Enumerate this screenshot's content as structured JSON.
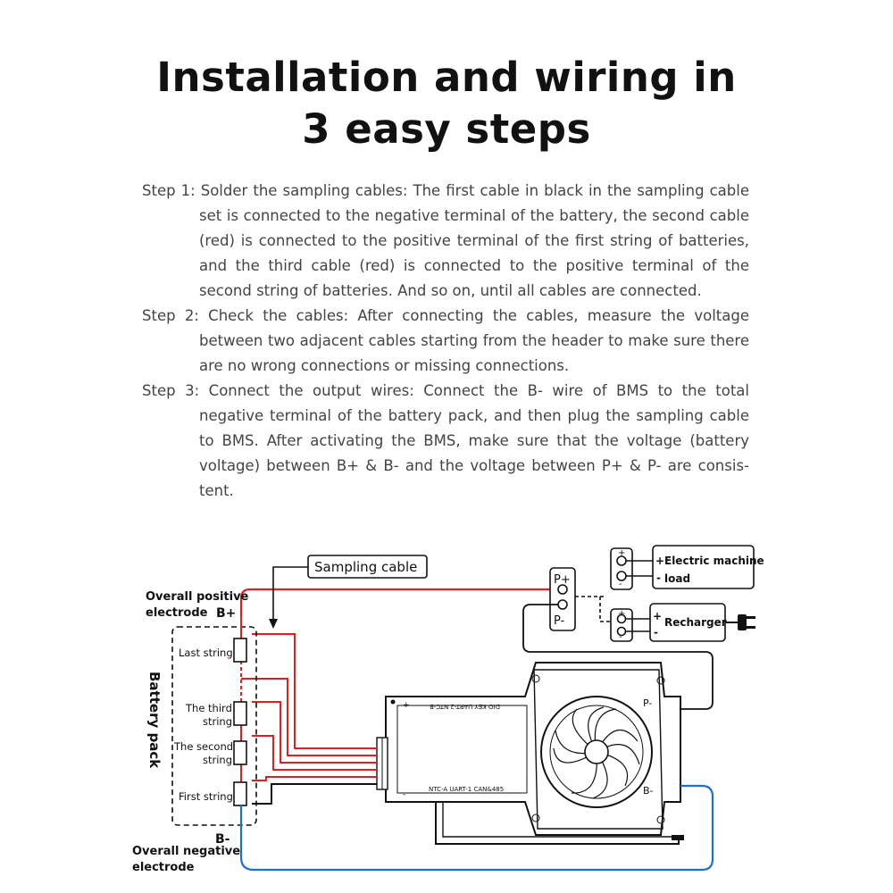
{
  "title": {
    "line1": "Installation and wiring in",
    "line2": "3 easy steps"
  },
  "steps": [
    "Step 1: Solder the sampling cables: The first cable in black in the sampling cable set is connected to the negative terminal of the battery, the second cable (red) is connected to the positive terminal of the first string of batteries, and the third cable (red) is connected to the positive terminal of the second string of batteries. And so on, until all cables are connected.",
    "Step 2: Check the cables: After connecting the cables, measure the voltage between two adjacent cables starting from the header to make sure there are no wrong connections or missing connections.",
    "Step 3: Connect the output wires: Connect the B- wire of BMS to the total negative terminal of the battery pack, and then plug the sampling cable to BMS. After activating the BMS, make sure that the voltage (battery voltage) between B+ & B- and the voltage between P+ & P- are consis-tent."
  ],
  "diagram": {
    "sampling_cable": "Sampling cable",
    "positive_label_1": "Overall positive",
    "positive_label_2": "electrode",
    "b_plus": "B+",
    "negative_label_1": "Overall negative",
    "negative_label_2": "electrode",
    "b_minus": "B-",
    "battery_pack": "Battery pack",
    "last_string": "Last string",
    "third_string_1": "The third",
    "third_string_2": "string",
    "second_string_1": "The second",
    "second_string_2": "string",
    "first_string": "First string",
    "p_plus": "P+",
    "p_minus": "P-",
    "electric_machine": "Electric machine",
    "load": "load",
    "recharger": "Recharger",
    "bms_top_labels": "DIO  KEY  UART-2  NTC-B",
    "bms_bottom_labels": "NTC-A   UART-1   CAN&485",
    "bms_p_minus": "P-",
    "bms_b_minus": "B-",
    "plus_sign": "+",
    "minus_sign": "-",
    "colors": {
      "red_wire": "#e02020",
      "blue_wire": "#1e6fd0",
      "black_wire": "#111111"
    }
  }
}
